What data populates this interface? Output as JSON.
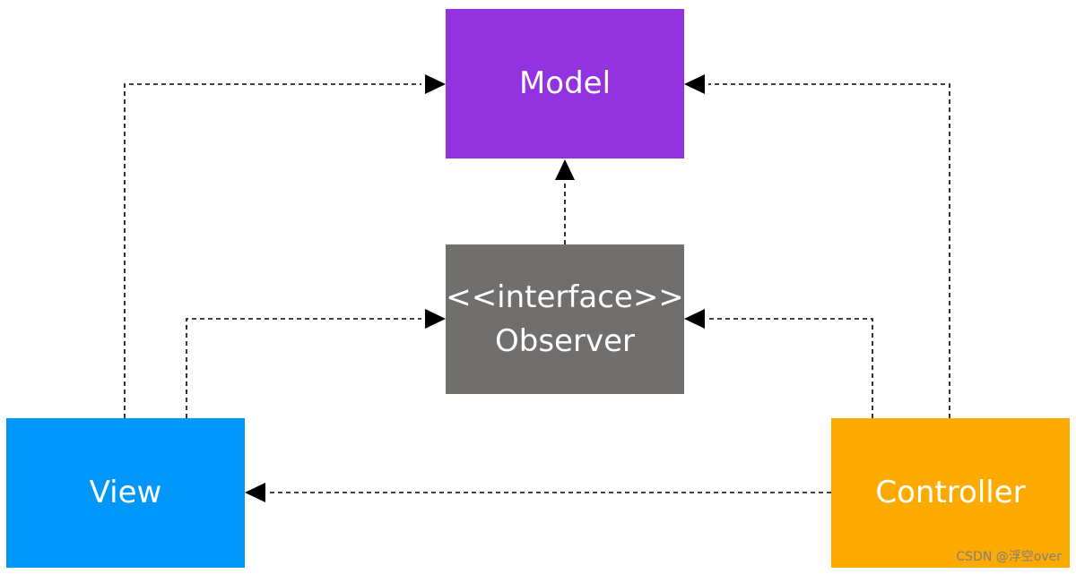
{
  "diagram": {
    "nodes": {
      "model": {
        "label": "Model",
        "color": "#9333e0"
      },
      "observer": {
        "stereotype": "<<interface>>",
        "label": "Observer",
        "color": "#716e6e"
      },
      "view": {
        "label": "View",
        "color": "#0096fa"
      },
      "controller": {
        "label": "Controller",
        "color": "#fdaa00"
      }
    },
    "edges": [
      {
        "from": "view",
        "to": "model",
        "style": "dashed",
        "arrow": "filled-triangle"
      },
      {
        "from": "controller",
        "to": "model",
        "style": "dashed",
        "arrow": "filled-triangle"
      },
      {
        "from": "observer",
        "to": "model",
        "style": "dashed",
        "arrow": "filled-triangle"
      },
      {
        "from": "view",
        "to": "observer",
        "style": "dashed",
        "arrow": "filled-triangle"
      },
      {
        "from": "controller",
        "to": "observer",
        "style": "dashed",
        "arrow": "filled-triangle"
      },
      {
        "from": "controller",
        "to": "view",
        "style": "dashed",
        "arrow": "filled-triangle"
      }
    ]
  },
  "watermark": "CSDN @浮空over"
}
